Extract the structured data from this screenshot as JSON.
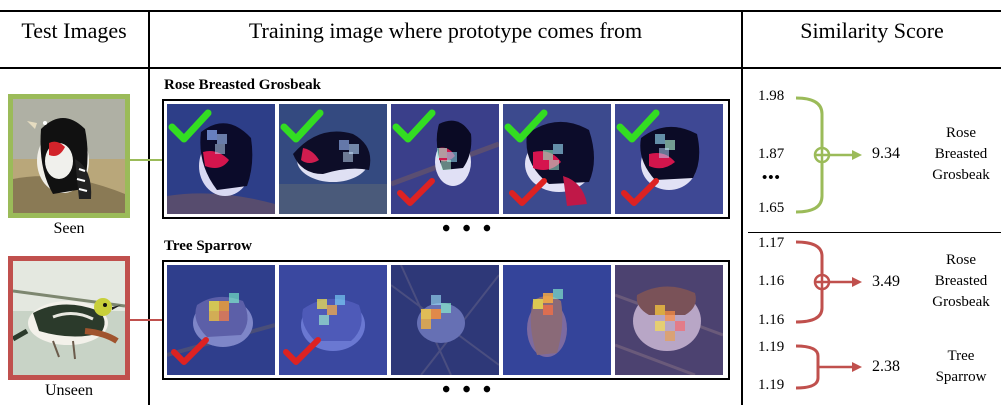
{
  "header": {
    "col1": "Test Images",
    "col2": "Training image where prototype comes from",
    "col3": "Similarity Score"
  },
  "test_images": [
    {
      "caption": "Seen",
      "border_color": "#9bbb59"
    },
    {
      "caption": "Unseen",
      "border_color": "#c0504d"
    }
  ],
  "strips": [
    {
      "title": "Rose Breasted Grosbeak"
    },
    {
      "title": "Tree Sparrow"
    }
  ],
  "ellipsis": "• • •",
  "similarity": {
    "group1": {
      "scores": [
        "1.98",
        "1.87",
        "•••",
        "1.65"
      ],
      "total": "9.34",
      "label_lines": [
        "Rose",
        "Breasted",
        "Grosbeak"
      ],
      "color": "#9bbb59"
    },
    "group2": {
      "scores": [
        "1.17",
        "1.16",
        "1.16"
      ],
      "total": "3.49",
      "label_lines": [
        "Rose",
        "Breasted",
        "Grosbeak"
      ],
      "color": "#c0504d"
    },
    "group3": {
      "scores": [
        "1.19",
        "1.19"
      ],
      "total": "2.38",
      "label_lines": [
        "Tree",
        "Sparrow"
      ],
      "color": "#c0504d"
    }
  },
  "colors": {
    "seen": "#9bbb59",
    "unseen": "#c0504d",
    "check_green": "#33dd22",
    "check_red": "#dd2222"
  }
}
